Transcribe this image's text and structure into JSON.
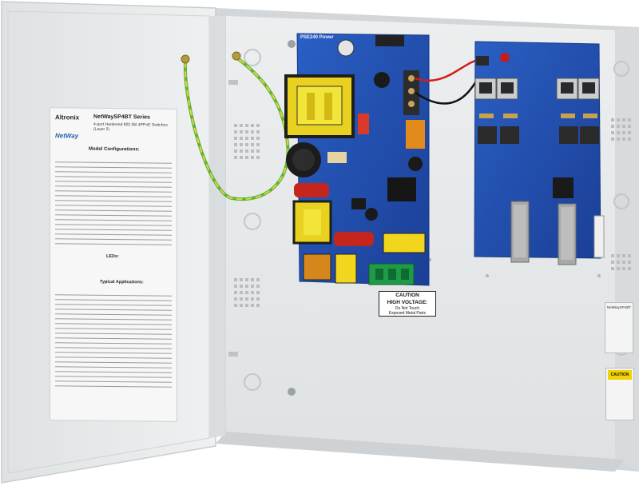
{
  "door_label": {
    "brand": "Altronix",
    "series": "NetWaySP4BT Series",
    "subtitle": "4-port Hardened 802.3bt 4PPoE Switches (Layer 2)",
    "logo": "NetWay",
    "model_configurations": "Model Configurations:",
    "leds": "LEDs:",
    "typical_applications": "Typical Applications:"
  },
  "board_label": "PSE240 Power",
  "caution_label": {
    "title_1": "CAUTION",
    "title_2": "HIGH VOLTAGE:",
    "line_1": "Do Not Touch",
    "line_2": "Exposed Metal Parts"
  },
  "side_label": {
    "text": "NetWaySP4BT"
  },
  "side_caution": {
    "text": "CAUTION"
  },
  "colors": {
    "enclosure": "#e6e8e9",
    "door": "#e9ebec",
    "pcb_blue": "#1f4fb0",
    "transformer_yellow": "#e9d21f",
    "sfp_silver": "#a8a8a8",
    "ground_wire_green": "#5bb33b",
    "ground_wire_yellow": "#e6d23c"
  }
}
